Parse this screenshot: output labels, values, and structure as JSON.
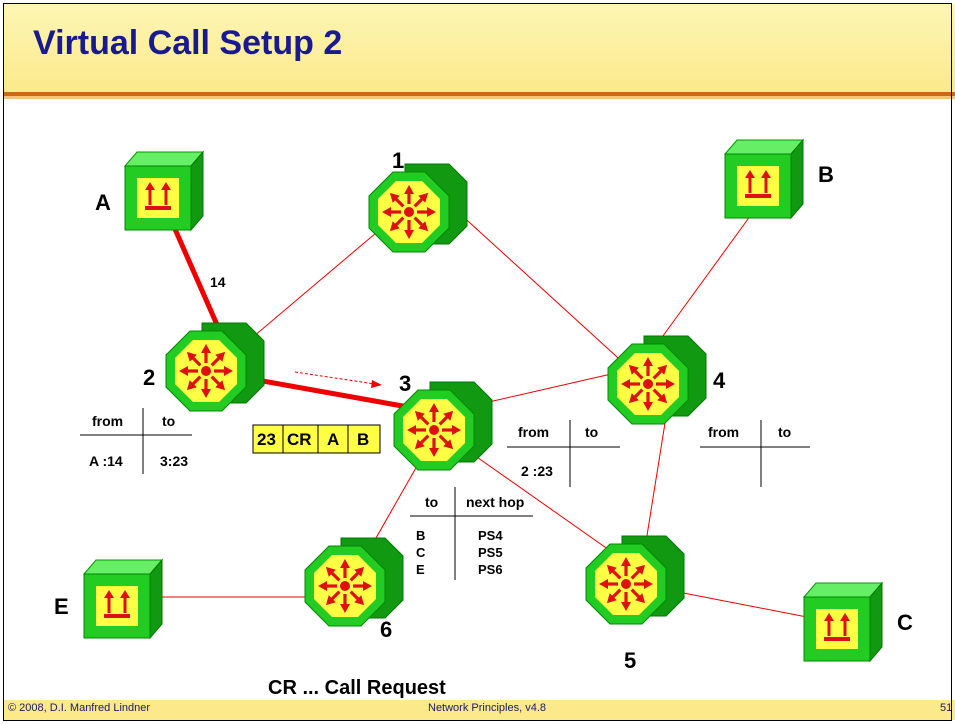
{
  "slide": {
    "title": "Virtual Call Setup 2",
    "footer_left": "© 2008, D.I. Manfred Lindner",
    "footer_center": "Network Principles, v4.8",
    "page_number": "51",
    "colors": {
      "title_text": "#1a1a90",
      "title_bg": "#fbe98a",
      "device_green": "#22cc22",
      "device_yellow": "#ffff44",
      "arrow_red": "#dd1111",
      "link_red": "#ee0000"
    }
  },
  "diagram": {
    "hosts": [
      {
        "label": "A",
        "icon": "terminal-icon"
      },
      {
        "label": "B",
        "icon": "terminal-icon"
      },
      {
        "label": "C",
        "icon": "terminal-icon"
      },
      {
        "label": "E",
        "icon": "terminal-icon"
      }
    ],
    "switches": [
      {
        "label": "1",
        "icon": "packet-switch-icon"
      },
      {
        "label": "2",
        "icon": "packet-switch-icon"
      },
      {
        "label": "3",
        "icon": "packet-switch-icon"
      },
      {
        "label": "4",
        "icon": "packet-switch-icon"
      },
      {
        "label": "5",
        "icon": "packet-switch-icon"
      },
      {
        "label": "6",
        "icon": "packet-switch-icon"
      }
    ],
    "link_label_a2": "14",
    "packet": {
      "fields": [
        "23",
        "CR",
        "A",
        "B"
      ]
    },
    "table_ps2": {
      "col_from": "from",
      "col_to": "to",
      "row_from": "A :14",
      "row_to": "3:23"
    },
    "table_ps3": {
      "col_from": "from",
      "col_to": "to",
      "row_from": "2 :23",
      "row_to": ""
    },
    "table_ps4": {
      "col_from": "from",
      "col_to": "to",
      "row_from": "",
      "row_to": ""
    },
    "routing_table": {
      "col_to": "to",
      "col_next": "next hop",
      "rows": [
        {
          "to": "B",
          "next": "PS4"
        },
        {
          "to": "C",
          "next": "PS5"
        },
        {
          "to": "E",
          "next": "PS6"
        }
      ]
    },
    "legend": "CR ... Call Request"
  }
}
